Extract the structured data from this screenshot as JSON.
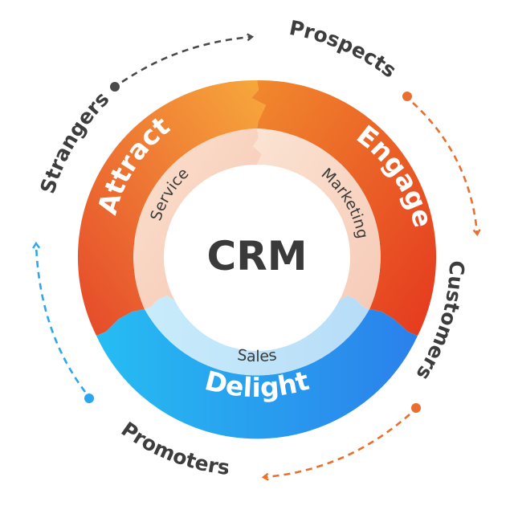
{
  "center": {
    "label": "CRM"
  },
  "outer_ring": {
    "attract": "Attract",
    "engage": "Engage",
    "delight": "Delight"
  },
  "inner_ring": {
    "service": "Service",
    "marketing": "Marketing",
    "sales": "Sales"
  },
  "stages": {
    "strangers": "Strangers",
    "prospects": "Prospects",
    "customers": "Customers",
    "promoters": "Promoters"
  },
  "colors": {
    "attract_dark": "#e8532a",
    "attract_light": "#f5a23b",
    "engage_light": "#f07a2c",
    "engage_dark": "#e63f22",
    "delight_light": "#29b6f1",
    "delight_dark": "#2a86ec",
    "arrow_gray": "#4a4a4a",
    "arrow_orange": "#ea6e2e",
    "arrow_blue": "#2aa7ee",
    "text_dark": "#3a3a3a"
  }
}
